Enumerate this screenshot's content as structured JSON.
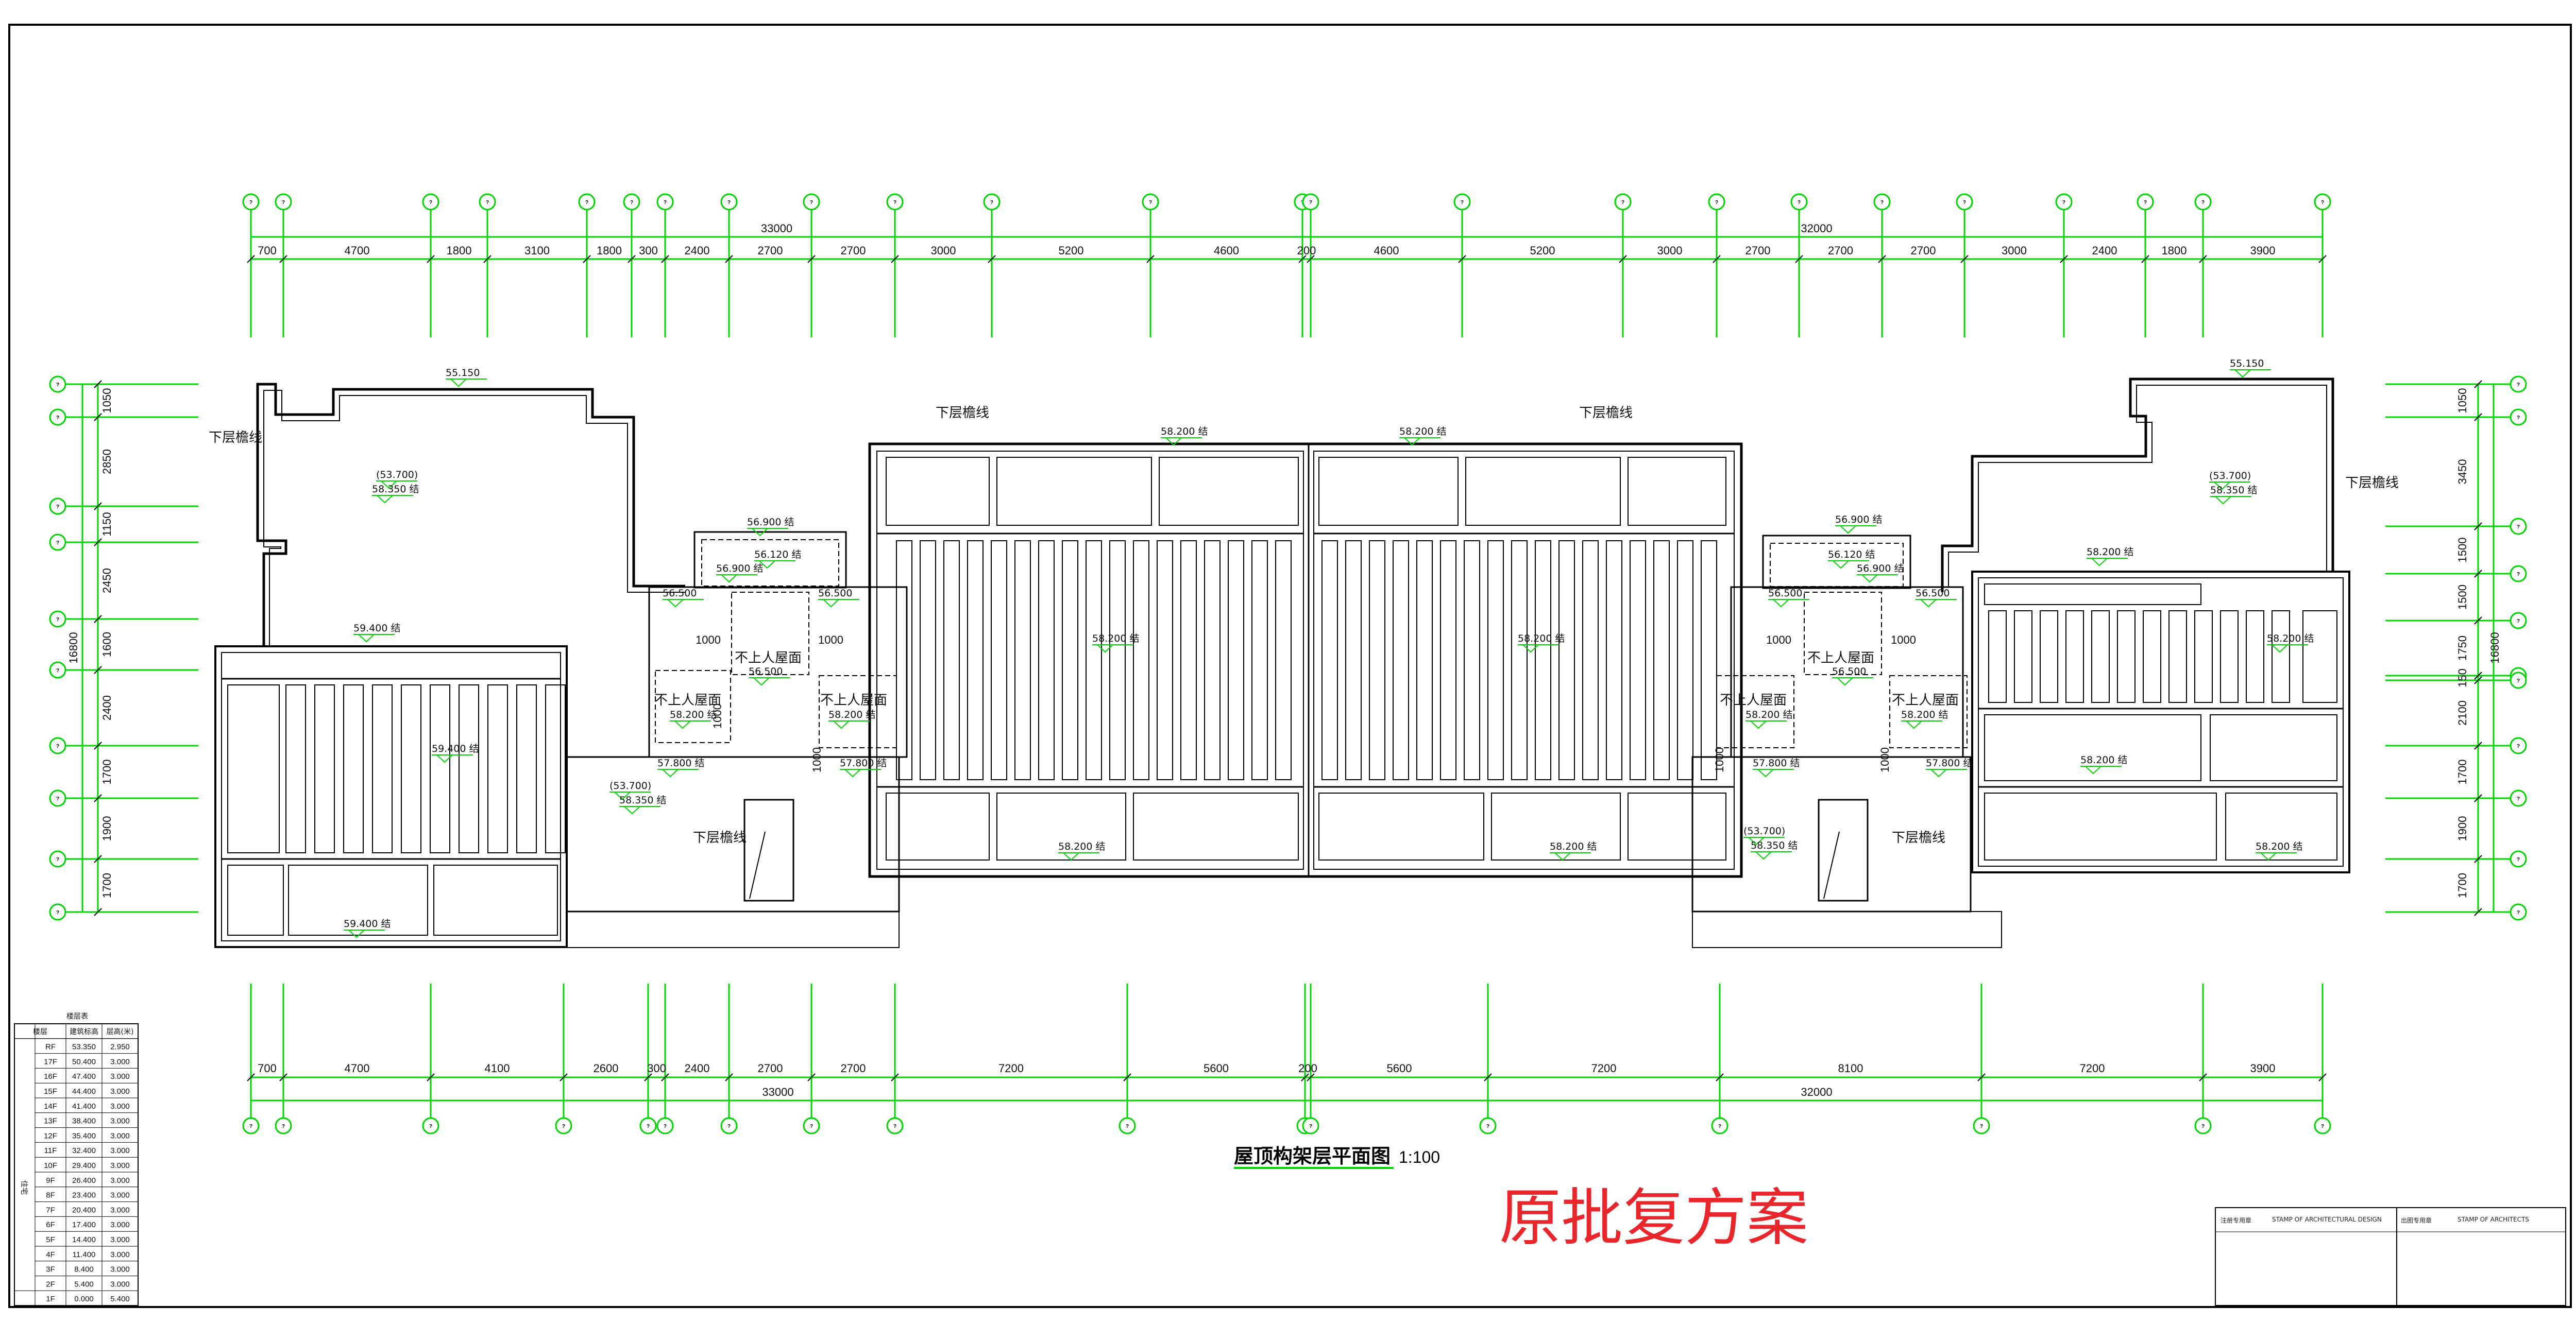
{
  "title": {
    "drawing_name": "屋顶构架层平面图",
    "scale": "1:100",
    "stamp": "原批复方案"
  },
  "axis_labels": "?",
  "top_dimensions": {
    "overall": [
      "33000",
      "32000"
    ],
    "segments": [
      "700",
      "4700",
      "1800",
      "3100",
      "1800",
      "300",
      "2400",
      "2700",
      "2700",
      "3000",
      "5200",
      "4600",
      "200",
      "4600",
      "5200",
      "3000",
      "2700",
      "2700",
      "2700",
      "3000",
      "2400",
      "1800",
      "3900"
    ]
  },
  "bottom_dimensions": {
    "overall": [
      "33000",
      "32000"
    ],
    "segments": [
      "700",
      "4700",
      "4100",
      "2600",
      "300",
      "2400",
      "2700",
      "2700",
      "7200",
      "5600",
      "200",
      "5600",
      "7200",
      "8100",
      "7200",
      "3900"
    ]
  },
  "left_dimensions": {
    "overall": "16800",
    "segments": [
      "1050",
      "2850",
      "1150",
      "2450",
      "1600",
      "2400",
      "1700",
      "1900",
      "1700"
    ]
  },
  "right_dimensions": {
    "overall": "16800",
    "segments": [
      "1050",
      "3450",
      "1500",
      "1500",
      "1750",
      "150",
      "2100",
      "1700",
      "1900",
      "1700"
    ]
  },
  "labels": {
    "edge_below": "下层檐线",
    "no_access_roof": "不上人屋面",
    "dim_1000": "1000",
    "lbl_edge_l": "下层檐线",
    "lbl_edge_ml": "下层檐线",
    "lbl_edge_mr": "下层檐线",
    "lbl_edge_r": "下层檐线",
    "lbl_edge_cl": "下层檐线",
    "lbl_edge_cr": "下层檐线",
    "lbl_noroof_1": "不上人屋面",
    "lbl_noroof_2": "不上人屋面",
    "lbl_noroof_3": "不上人屋面",
    "lbl_noroof_4": "不上人屋面",
    "lbl_noroof_5": "不上人屋面",
    "lbl_noroof_6": "不上人屋面",
    "lbl_1000_1": "1000",
    "lbl_1000_2": "1000",
    "lbl_1000_3": "1000",
    "lbl_1000_4": "1000",
    "lbl_1000_5": "1000",
    "lbl_1000_6": "1000",
    "lbl_1000_7": "1000",
    "lbl_1000_8": "1000"
  },
  "elevations": {
    "e_55150_l": "55.150",
    "e_55150_r": "55.150",
    "e_53700_l": "(53.700)",
    "e_58350_l": "58.350 结",
    "e_53700_r": "(53.700)",
    "e_58350_r": "58.350 结",
    "e_59400_1": "59.400 结",
    "e_59400_2": "59.400 结",
    "e_59400_3": "59.400 结",
    "e_56900_l": "56.900 结",
    "e_56120_l": "56.120 结",
    "e_56900_l2": "56.900 结",
    "e_56500_l1": "56.500",
    "e_56500_l2": "56.500",
    "e_56500_l3": "56.500",
    "e_58200_s1": "58.200 结",
    "e_58200_s2": "58.200 结",
    "e_57800_l1": "57.800 结",
    "e_57800_l2": "57.800 结",
    "e_53700_cl": "(53.700)",
    "e_58350_cl": "58.350 结",
    "e_58200_t1": "58.200 结",
    "e_58200_t2": "58.200 结",
    "e_58200_m1": "58.200 结",
    "e_58200_m2": "58.200 结",
    "e_58200_b1": "58.200 结",
    "e_58200_b2": "58.200 结",
    "e_56900_r": "56.900 结",
    "e_56120_r": "56.120 结",
    "e_56900_r2": "56.900 结",
    "e_56500_r1": "56.500",
    "e_56500_r2": "56.500",
    "e_56500_r3": "56.500",
    "e_58200_s3": "58.200 结",
    "e_58200_s4": "58.200 结",
    "e_57800_r1": "57.800 结",
    "e_57800_r2": "57.800 结",
    "e_53700_cr": "(53.700)",
    "e_58350_cr": "58.350 结",
    "e_58200_rt": "58.200 结",
    "e_58200_rm": "58.200 结",
    "e_58200_rb": "58.200 结",
    "e_58200_r4": "58.200 结"
  },
  "floor_table": {
    "title": "楼层表",
    "headers": [
      "楼层",
      "建筑标高",
      "层高(米)"
    ],
    "side_label": "住宅",
    "rows": [
      [
        "RF",
        "53.350",
        "2.950"
      ],
      [
        "17F",
        "50.400",
        "3.000"
      ],
      [
        "16F",
        "47.400",
        "3.000"
      ],
      [
        "15F",
        "44.400",
        "3.000"
      ],
      [
        "14F",
        "41.400",
        "3.000"
      ],
      [
        "13F",
        "38.400",
        "3.000"
      ],
      [
        "12F",
        "35.400",
        "3.000"
      ],
      [
        "11F",
        "32.400",
        "3.000"
      ],
      [
        "10F",
        "29.400",
        "3.000"
      ],
      [
        "9F",
        "26.400",
        "3.000"
      ],
      [
        "8F",
        "23.400",
        "3.000"
      ],
      [
        "7F",
        "20.400",
        "3.000"
      ],
      [
        "6F",
        "17.400",
        "3.000"
      ],
      [
        "5F",
        "14.400",
        "3.000"
      ],
      [
        "4F",
        "11.400",
        "3.000"
      ],
      [
        "3F",
        "8.400",
        "3.000"
      ],
      [
        "2F",
        "5.400",
        "3.000"
      ],
      [
        "1F",
        "0.000",
        "5.400"
      ]
    ]
  },
  "title_block": {
    "cell1": "注册专用章",
    "cell2": "STAMP OF ARCHITECTURAL DESIGN",
    "cell3": "出图专用章",
    "cell4": "STAMP OF ARCHITECTS"
  },
  "colors": {
    "dimension": "#00d400",
    "plan": "#000000",
    "stamp": "#e8262c"
  }
}
